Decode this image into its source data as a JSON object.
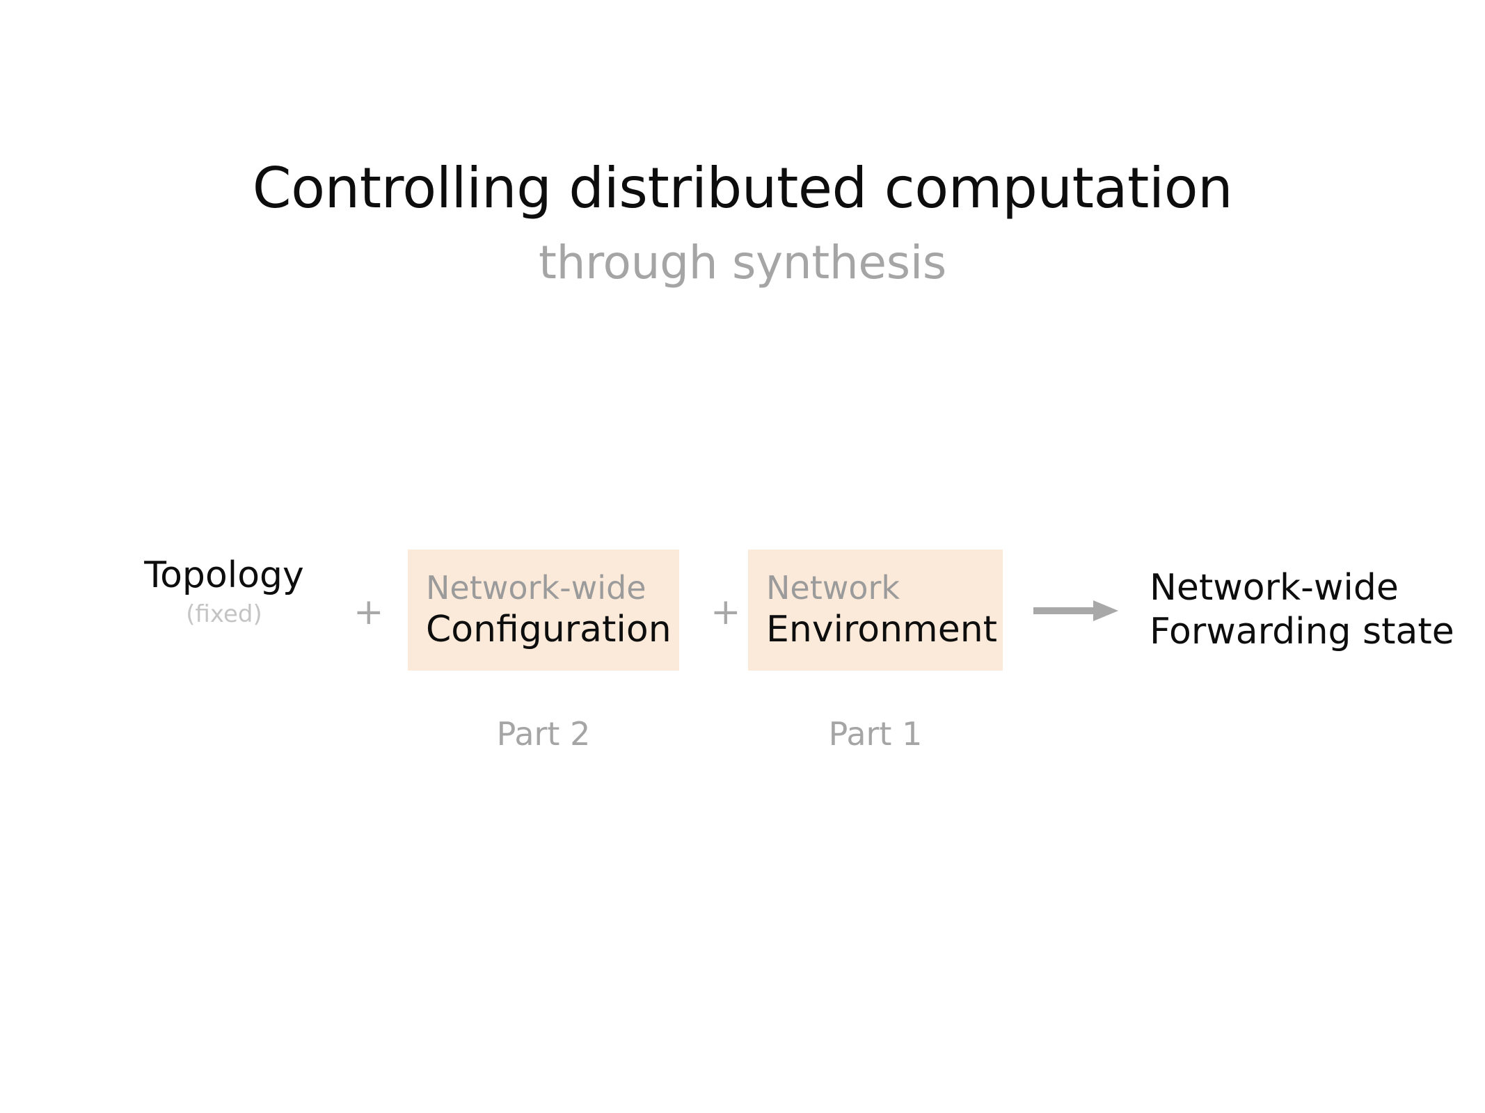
{
  "slide": {
    "title": "Controlling distributed computation",
    "subtitle": "through synthesis"
  },
  "equation": {
    "topology": {
      "main": "Topology",
      "sub": "(fixed)"
    },
    "operator_1": "+",
    "configuration": {
      "label": "Network-wide",
      "value": "Configuration",
      "caption": "Part 2"
    },
    "operator_2": "+",
    "environment": {
      "label": "Network",
      "value": "Environment",
      "caption": "Part 1"
    },
    "arrow": "right-arrow-icon",
    "result": {
      "line_1": "Network-wide",
      "line_2": "Forwarding state"
    }
  },
  "colors": {
    "background": "#ffffff",
    "text_primary": "#0d0d0d",
    "text_muted": "#a5a5a5",
    "text_faint": "#c4c4c4",
    "box_fill": "#fbead9",
    "arrow": "#a8a8a8"
  }
}
